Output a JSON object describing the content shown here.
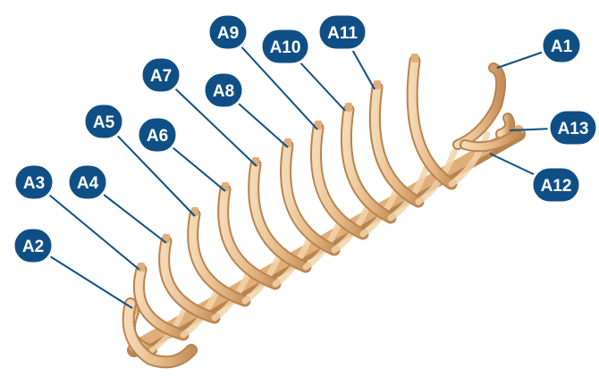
{
  "colors": {
    "label_fill": "#0f4f86",
    "label_stroke": "#ffffff",
    "leader_line": "#0f4f86",
    "wood_light": "#f2d3a8",
    "wood_mid": "#e0ae78",
    "wood_dark": "#b9834f",
    "background": "#ffffff"
  },
  "labels": [
    "A1",
    "A2",
    "A3",
    "A4",
    "A5",
    "A6",
    "A7",
    "A8",
    "A9",
    "A10",
    "A11",
    "A12",
    "A13"
  ]
}
